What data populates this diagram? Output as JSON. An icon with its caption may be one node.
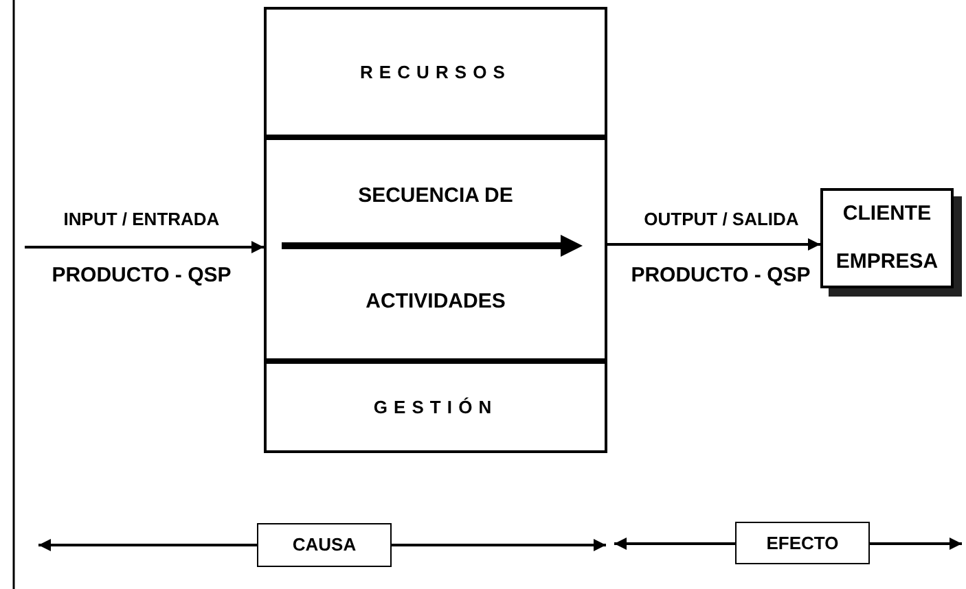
{
  "diagram": {
    "nodes": [
      {
        "text": [
          "RECURSOS"
        ]
      },
      {
        "text": [
          "SECUENCIA DE",
          "ACTIVIDADES"
        ]
      },
      {
        "text": [
          "GESTIÓN"
        ]
      },
      {
        "text": [
          "CLIENTE",
          "EMPRESA"
        ]
      },
      {
        "text": [
          "CAUSA"
        ]
      },
      {
        "text": [
          "EFECTO"
        ]
      }
    ],
    "edges": [
      {
        "from": null,
        "to": 1,
        "arrow": "to"
      },
      {
        "from": 1,
        "to": 3,
        "arrow": "to"
      },
      {
        "from": 4,
        "to": null,
        "arrow": "to"
      },
      {
        "from": 4,
        "to": null,
        "arrow": "to"
      },
      {
        "from": 5,
        "to": null,
        "arrow": "to"
      },
      {
        "from": 5,
        "to": null,
        "arrow": "to"
      }
    ],
    "labels": [
      "INPUT / ENTRADA",
      "PRODUCTO - QSP",
      "OUTPUT / SALIDA",
      "PRODUCTO - QSP"
    ]
  }
}
